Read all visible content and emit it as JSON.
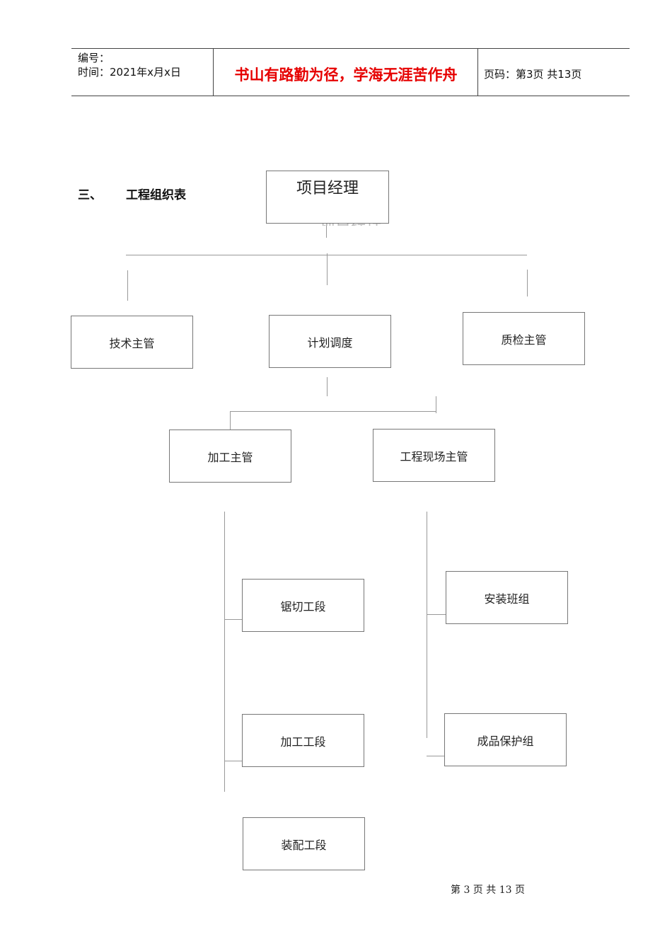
{
  "header": {
    "code_label": "编号：",
    "time_label": "时间：2021年x月x日",
    "motto": "书山有路勤为径，学海无涯苦作舟",
    "page_info": "页码：第3页  共13页"
  },
  "section": {
    "number": "三、",
    "title": "工程组织表"
  },
  "org": {
    "manager": "项目经理",
    "manager_overlap": "项目经理",
    "tech": "技术主管",
    "planning": "计划调度",
    "quality": "质检主管",
    "processing": "加工主管",
    "site": "工程现场主管",
    "sawing": "锯切工段",
    "machining": "加工工段",
    "assembly": "装配工段",
    "install": "安装班组",
    "protection": "成品保护组"
  },
  "footer": {
    "page_text": "第  3  页 共 13 页"
  }
}
